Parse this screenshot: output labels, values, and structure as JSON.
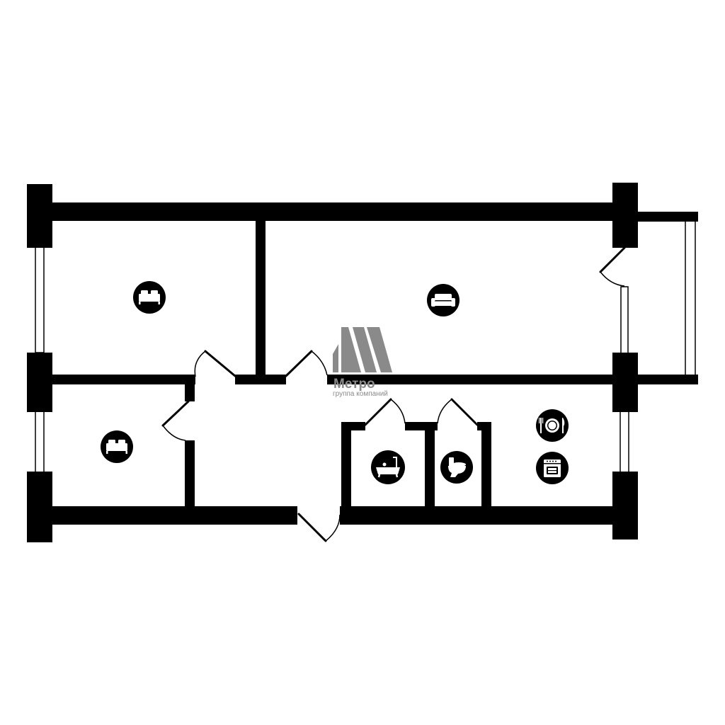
{
  "brand": {
    "name": "Метро",
    "tagline": "группа компаний",
    "color": "#8a8a8a"
  },
  "colors": {
    "wall": "#000000",
    "background": "#ffffff",
    "icon_fill": "#000000",
    "icon_glyph": "#ffffff"
  },
  "rooms": [
    {
      "name": "bedroom-large",
      "icon": "bed-icon"
    },
    {
      "name": "living-room",
      "icon": "sofa-icon"
    },
    {
      "name": "bedroom-small",
      "icon": "bed-icon"
    },
    {
      "name": "bathroom",
      "icon": "bathtub-icon"
    },
    {
      "name": "toilet",
      "icon": "toilet-icon"
    },
    {
      "name": "kitchen",
      "icons": [
        "dining-icon",
        "stove-icon"
      ]
    }
  ]
}
